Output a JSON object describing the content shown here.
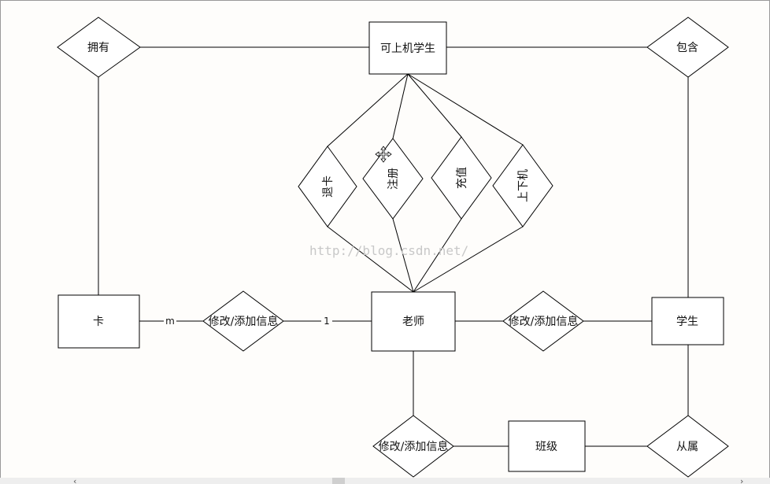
{
  "entities": {
    "computer_student": "可上机学生",
    "card": "卡",
    "teacher": "老师",
    "student": "学生",
    "class": "班级"
  },
  "relationships": {
    "own": "拥有",
    "contain": "包含",
    "return_card": "退卡",
    "register": "注册",
    "recharge": "充值",
    "on_off": "上下机",
    "modify_card": "修改/添加信息",
    "modify_student": "修改/添加信息",
    "modify_class": "修改/添加信息",
    "belong": "从属"
  },
  "cardinality": {
    "card_side": "m",
    "teacher_side": "1"
  },
  "watermark": "http://blog.csdn.net/"
}
